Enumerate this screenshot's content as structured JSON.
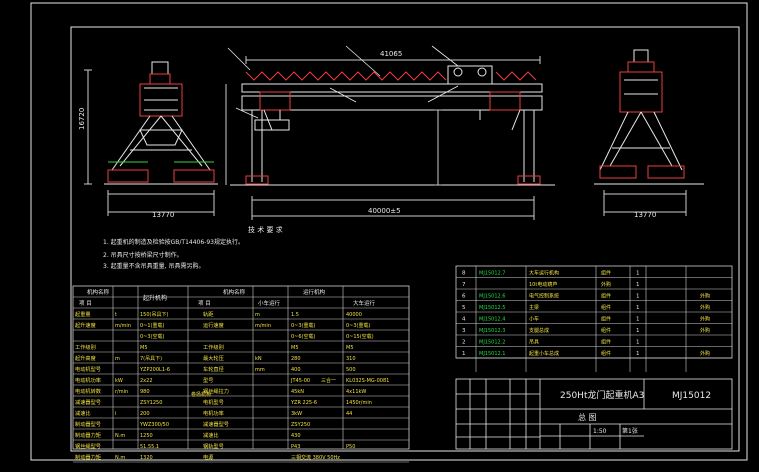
{
  "drawing_number": "MJ15012",
  "tech_requirements": {
    "title": "技 术 要 求",
    "items": [
      "1. 起重机的制造及检验按GB/T14406-93规定执行。",
      "2. 吊具尺寸按桥梁尺寸制作。",
      "3. 起重量不含吊具重量, 吊具需另购。"
    ]
  },
  "dimensions": {
    "left_width": "13770",
    "left_height": "16720",
    "main_span": "40000±5",
    "top_length": "41065",
    "right_width": "13770"
  },
  "params_left": {
    "head": [
      "机构名称",
      "项  目",
      "起升机构"
    ],
    "rows": [
      {
        "item": "起重量",
        "unit": "t",
        "value": "150(吊具下)"
      },
      {
        "item": "起升速度",
        "unit": "m/min",
        "value": "0~1(重载)"
      },
      {
        "item": "",
        "unit": "",
        "value": "0~3(空载)"
      },
      {
        "item": "工作级别",
        "unit": "",
        "value": "M5"
      },
      {
        "item": "起升高度",
        "unit": "m",
        "value": "7(吊具下)"
      },
      {
        "item": "电动机型号",
        "unit": "",
        "value": "YZP200L1-6"
      },
      {
        "item": "电动机功率",
        "unit": "kW",
        "value": "2x22"
      },
      {
        "item": "电动机转数",
        "unit": "r/min",
        "value": "980"
      },
      {
        "item": "减速器型号",
        "unit": "",
        "value": "ZSY1250"
      },
      {
        "item": "减速比",
        "unit": "i",
        "value": "200"
      },
      {
        "item": "制动器型号",
        "unit": "",
        "value": "YWZ300/50"
      },
      {
        "item": "制动器力矩",
        "unit": "N.m",
        "value": "1250"
      },
      {
        "item": "钢丝绳型号",
        "unit": "",
        "value": "51.55.1"
      },
      {
        "item": "制动器力矩",
        "unit": "N.m",
        "value": "1320"
      }
    ]
  },
  "params_right": {
    "head": [
      "机构名称",
      "项  目",
      "运行机构",
      "小车运行",
      "大车运行"
    ],
    "rows": [
      {
        "item": "轨距",
        "unit": "m",
        "trolley": "1.5",
        "crane": "40000"
      },
      {
        "item": "运行速度",
        "unit": "m/min",
        "trolley": "0~3(重载)",
        "crane": "0~3(重载)"
      },
      {
        "item": "",
        "unit": "",
        "trolley": "0~6(空载)",
        "crane": "0~15(空载)"
      },
      {
        "item": "工作级别",
        "unit": "",
        "trolley": "M5",
        "crane": "M5"
      },
      {
        "item": "最大轮压",
        "unit": "kN",
        "trolley": "280",
        "crane": "310"
      },
      {
        "item": "车轮直径",
        "unit": "mm",
        "trolley": "400",
        "crane": "500"
      },
      {
        "item": "型号",
        "unit": "",
        "trolley": "JT45-00",
        "crane": "KL032S-MG-0081"
      },
      {
        "item": "钢丝绳拉力",
        "unit": "",
        "trolley": "45kN",
        "crane": "4x11kW"
      },
      {
        "item": "电机型号",
        "unit": "",
        "trolley": "YZR 225-6",
        "crane": "1450r/min"
      },
      {
        "item": "电机功率",
        "unit": "",
        "trolley": "3kW",
        "crane": "44"
      },
      {
        "item": "减速器型号",
        "unit": "",
        "trolley": "ZSY250",
        "crane": ""
      },
      {
        "item": "减速比",
        "unit": "",
        "trolley": "430",
        "crane": ""
      },
      {
        "item": "钢轨型号",
        "unit": "",
        "trolley": "P43",
        "crane": "P50"
      },
      {
        "item": "电源",
        "unit": "",
        "trolley": "三相交流 380V 50Hz",
        "crane": ""
      }
    ],
    "group_labels": [
      "卷扬机构",
      "三合一"
    ]
  },
  "parts_list": [
    {
      "no": "8",
      "code": "MJ15012.7",
      "name": "大车运行机构",
      "mat": "组件",
      "qty": "1",
      "note": ""
    },
    {
      "no": "7",
      "code": "",
      "name": "10t电动葫芦",
      "mat": "外购",
      "qty": "1",
      "note": ""
    },
    {
      "no": "6",
      "code": "MJ15012.6",
      "name": "电气控制系统",
      "mat": "组件",
      "qty": "1",
      "note": "外购"
    },
    {
      "no": "5",
      "code": "MJ15012.5",
      "name": "主梁",
      "mat": "组件",
      "qty": "1",
      "note": "外购"
    },
    {
      "no": "4",
      "code": "MJ15012.4",
      "name": "小车",
      "mat": "组件",
      "qty": "1",
      "note": "外购"
    },
    {
      "no": "3",
      "code": "MJ15012.3",
      "name": "支腿总成",
      "mat": "组件",
      "qty": "1",
      "note": "外购"
    },
    {
      "no": "2",
      "code": "MJ15012.2",
      "name": "吊具",
      "mat": "组件",
      "qty": "1",
      "note": ""
    },
    {
      "no": "1",
      "code": "MJ15012.1",
      "name": "起重小车总成",
      "mat": "组件",
      "qty": "1",
      "note": "外购"
    }
  ],
  "title_block": {
    "product": "250Ht龙门起重机A3",
    "sheet_title": "总 图",
    "scale": "1:50",
    "sheet": "第1张"
  }
}
